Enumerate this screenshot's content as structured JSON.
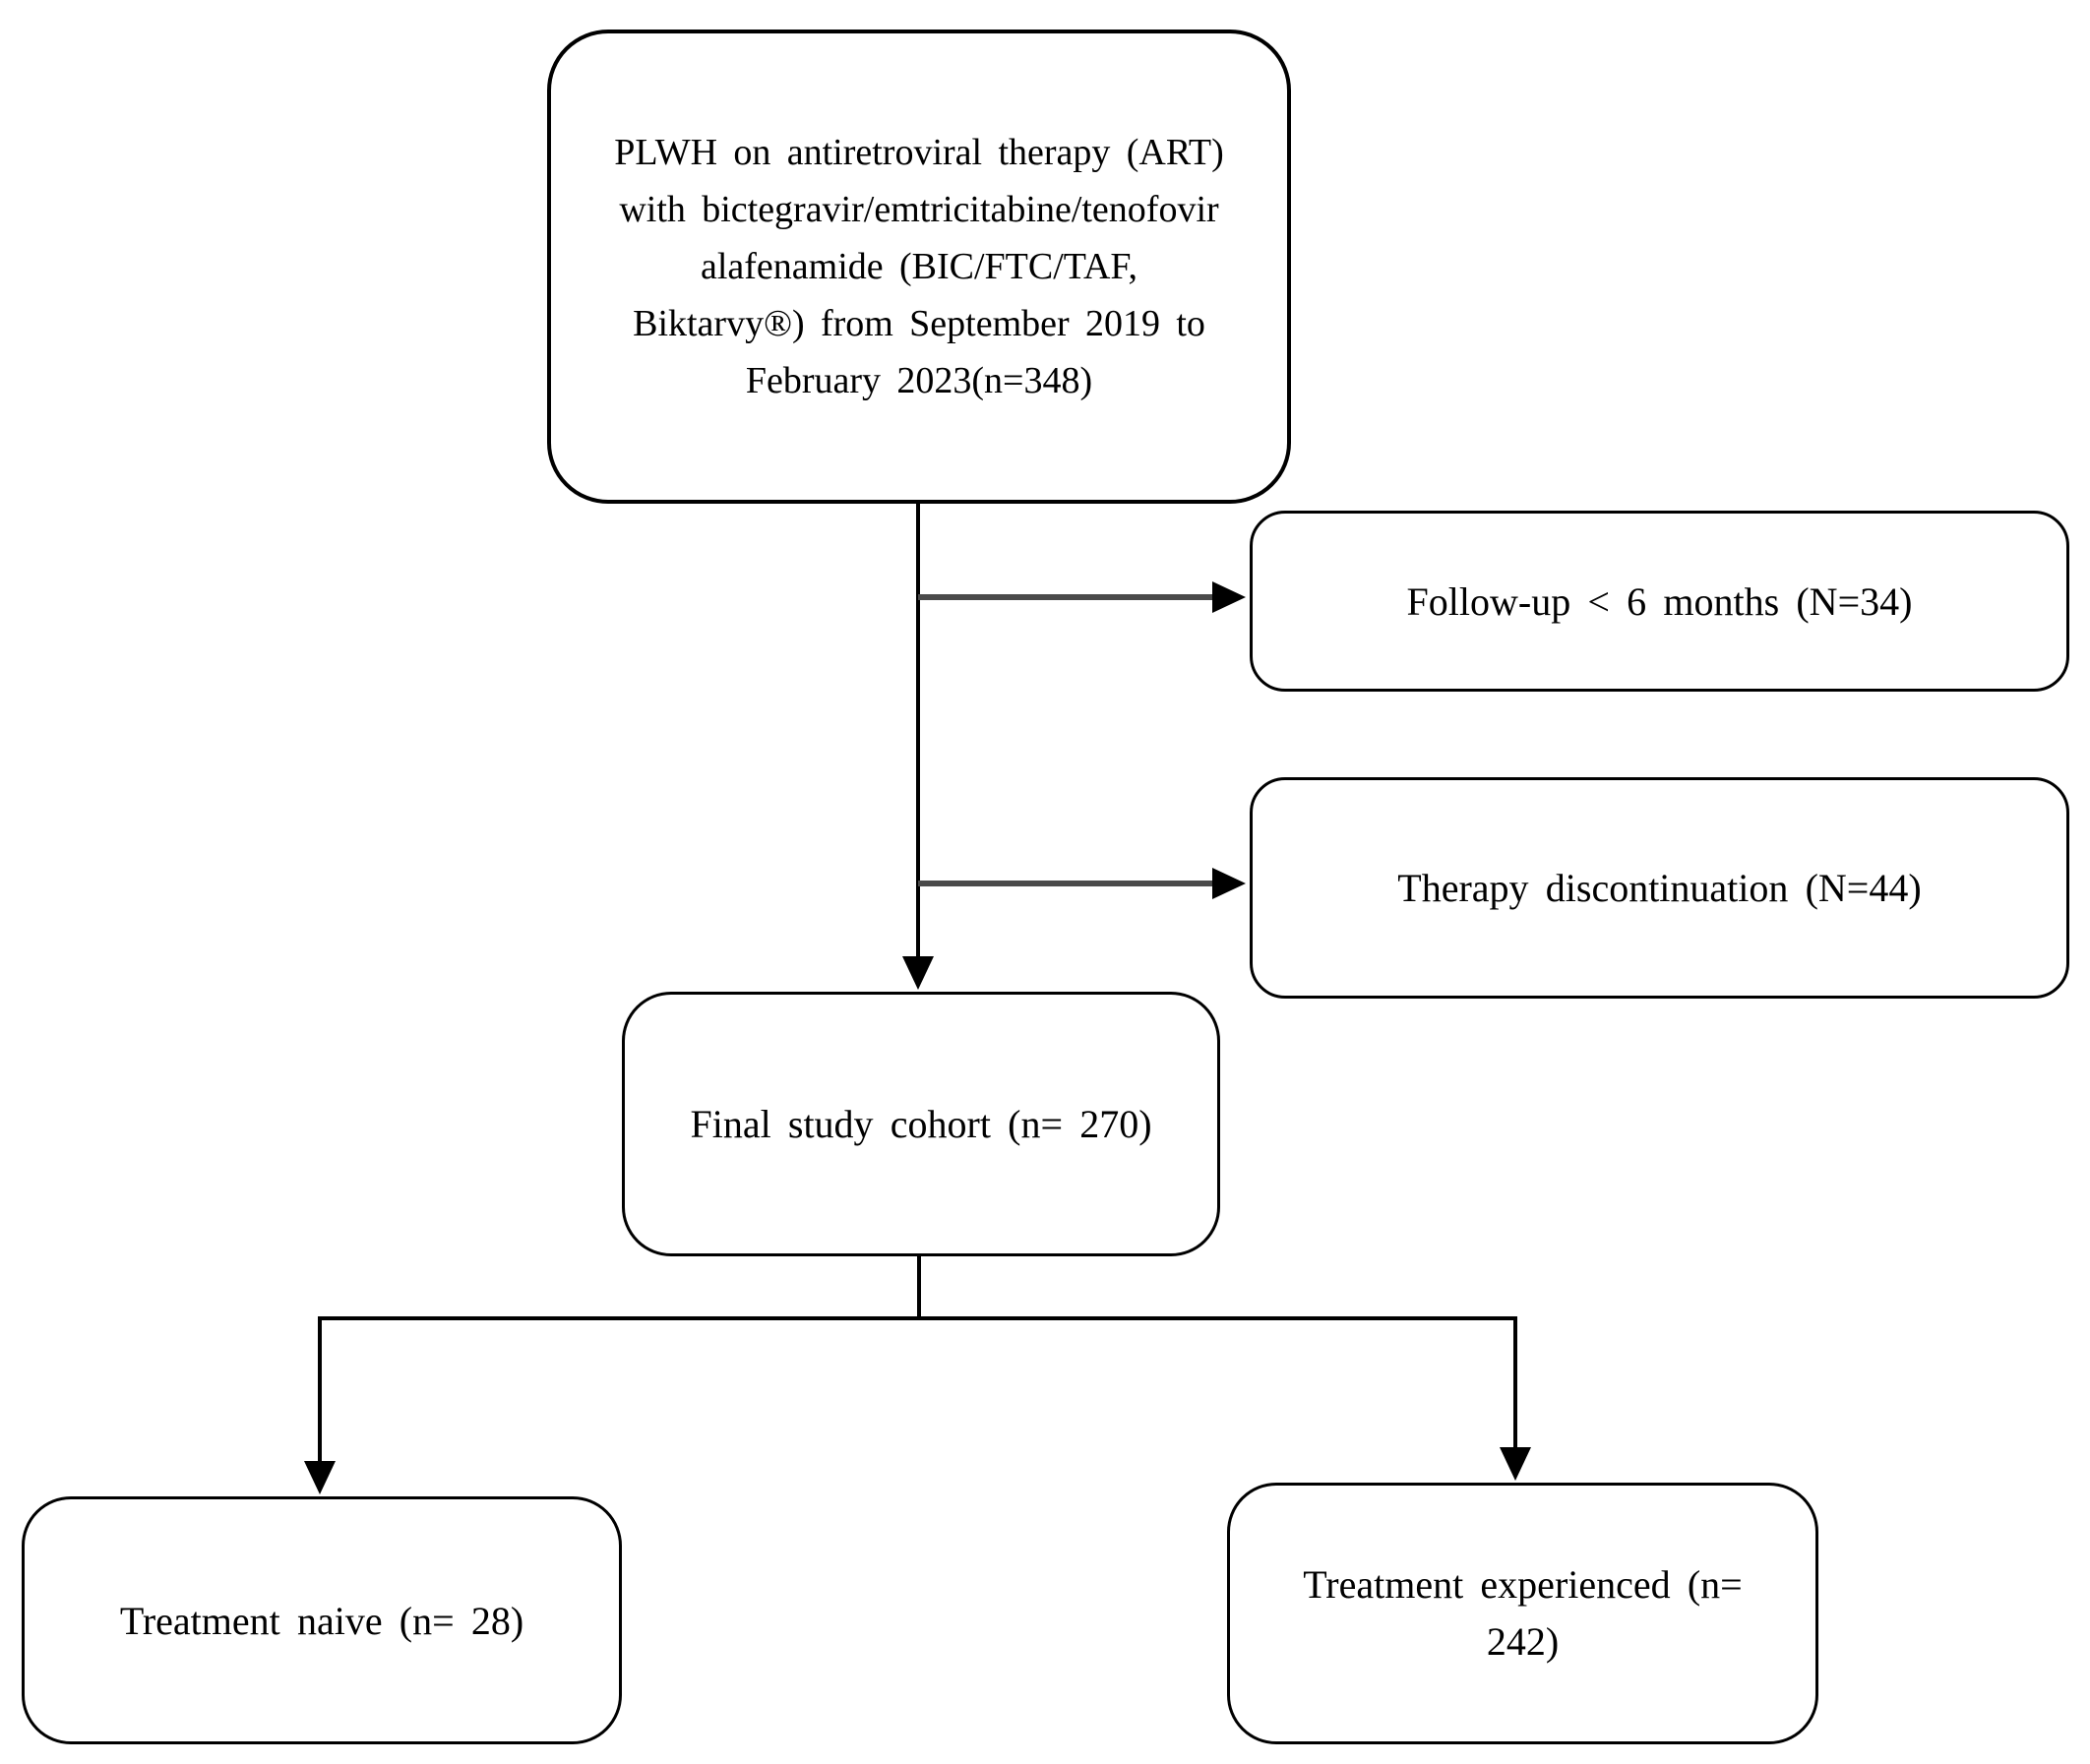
{
  "colors": {
    "background": "#ffffff",
    "box_border": "#000000",
    "text": "#000000",
    "connector": "#000000",
    "connector_gray": "#4a4a4a"
  },
  "diagram": {
    "type": "flowchart",
    "nodes": {
      "source": {
        "lines": [
          "PLWH on antiretroviral therapy (ART)",
          "with bictegravir/emtricitabine/tenofovir",
          "alafenamide (BIC/FTC/TAF,",
          "Biktarvy®) from September 2019 to",
          "February 2023(n=348)"
        ],
        "full_text": "PLWH on antiretroviral therapy (ART) with bictegravir/emtricitabine/tenofovir alafenamide (BIC/FTC/TAF, Biktarvy®) from September 2019 to February 2023(n=348)",
        "n": 348
      },
      "followup": {
        "label": "Follow-up < 6 months (N=34)",
        "n": 34
      },
      "discontinuation": {
        "label": "Therapy discontinuation (N=44)",
        "n": 44
      },
      "final": {
        "label": "Final study cohort (n= 270)",
        "n": 270
      },
      "naive": {
        "label": "Treatment naive (n= 28)",
        "n": 28
      },
      "experienced": {
        "lines": [
          "Treatment experienced (n=",
          "242)"
        ],
        "full_text": "Treatment experienced (n= 242)",
        "n": 242
      }
    },
    "edges": [
      {
        "from": "source",
        "to": "followup"
      },
      {
        "from": "source",
        "to": "discontinuation"
      },
      {
        "from": "source",
        "to": "final"
      },
      {
        "from": "final",
        "to": "naive"
      },
      {
        "from": "final",
        "to": "experienced"
      }
    ]
  }
}
